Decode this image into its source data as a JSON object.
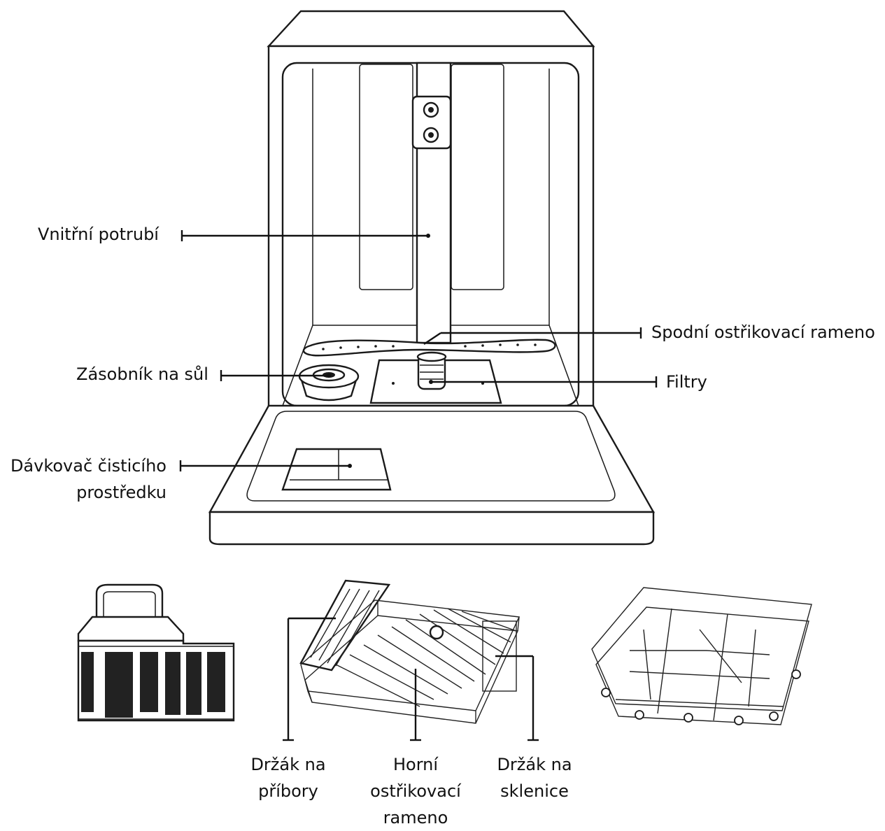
{
  "labels": {
    "inner_pipe": "Vnitřní potrubí",
    "lower_spray_arm": "Spodní ostřikovací rameno",
    "salt_container": "Zásobník na sůl",
    "filters": "Filtry",
    "detergent_dispenser_line1": "Dávkovač čisticího",
    "detergent_dispenser_line2": "prostředku",
    "cutlery_holder_line1": "Držák na",
    "cutlery_holder_line2": "příbory",
    "upper_spray_arm_line1": "Horní",
    "upper_spray_arm_line2": "ostřikovací",
    "upper_spray_arm_line3": "rameno",
    "glass_holder_line1": "Držák na",
    "glass_holder_line2": "sklenice"
  },
  "colors": {
    "line": "#111111",
    "background": "#ffffff"
  }
}
